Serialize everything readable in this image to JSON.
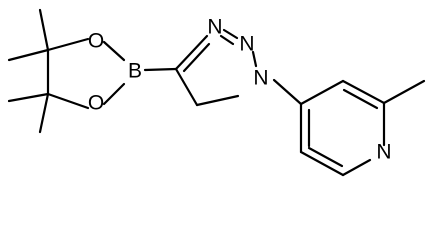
{
  "structure": {
    "atoms": {
      "boron": "B",
      "oxygen_upper": "O",
      "oxygen_lower": "O",
      "triazole_n2": "N",
      "triazole_n3": "N",
      "triazole_n1": "N",
      "pyridine_n": "N"
    }
  }
}
